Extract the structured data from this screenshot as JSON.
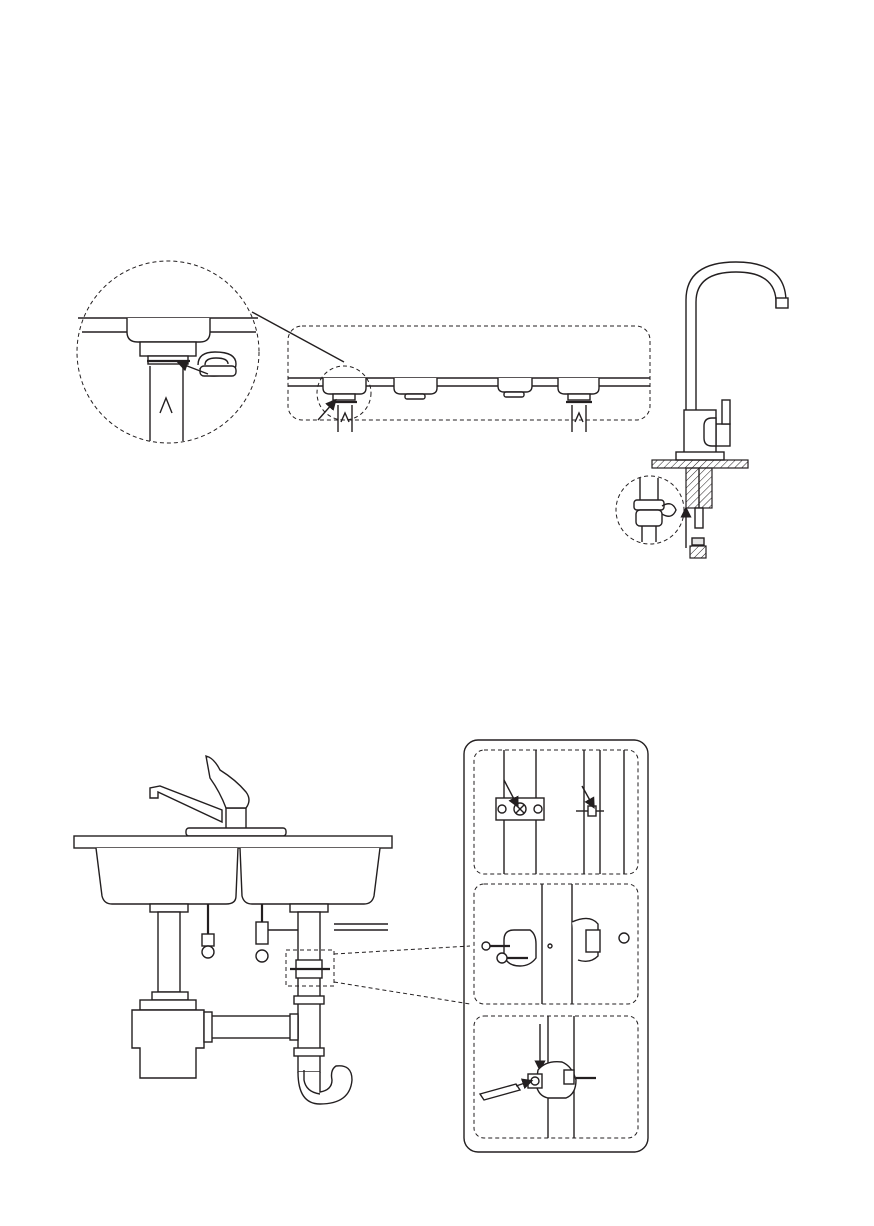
{
  "figure": {
    "top_section": "sink-hole-and-faucet-mounting",
    "bottom_section": "drain-saddle-clamp-installation"
  },
  "colors": {
    "line": "#231f20",
    "background": "#ffffff",
    "shade": "#e6e6e6"
  },
  "icons": [
    "magnifier-circle",
    "arrow",
    "faucet",
    "sink",
    "drain-pipe",
    "saddle-clamp",
    "drill",
    "screwdriver"
  ]
}
